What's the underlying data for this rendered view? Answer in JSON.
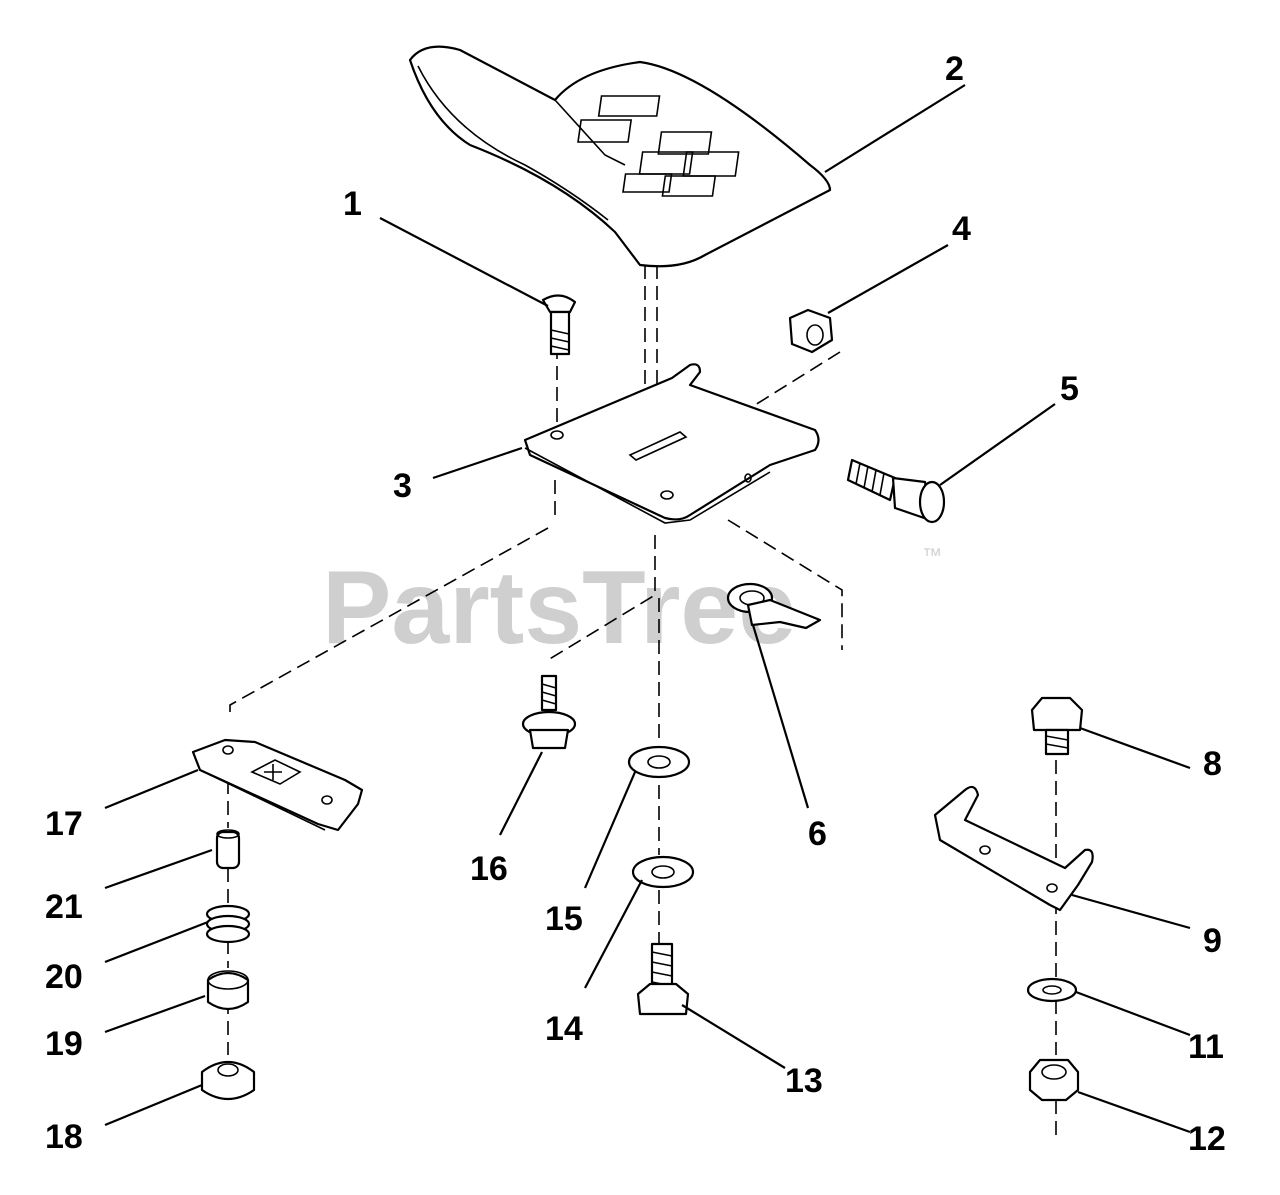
{
  "watermark": {
    "text": "PartsTree",
    "trademark": "™"
  },
  "callouts": [
    "1",
    "2",
    "3",
    "4",
    "5",
    "6",
    "8",
    "9",
    "11",
    "12",
    "13",
    "14",
    "15",
    "16",
    "17",
    "18",
    "19",
    "20",
    "21"
  ],
  "colors": {
    "line": "#000000",
    "background": "#ffffff",
    "watermark": "#cfcfcf"
  }
}
